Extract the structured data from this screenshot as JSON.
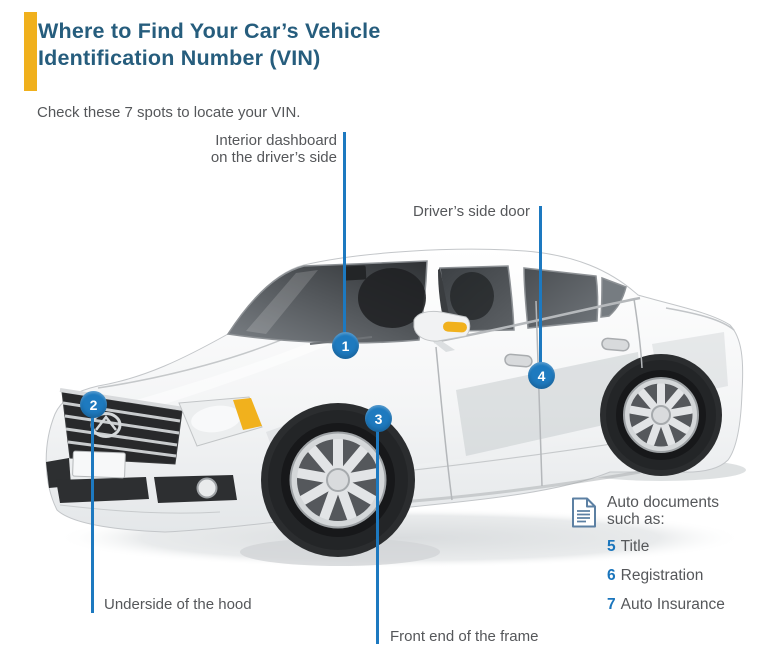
{
  "header": {
    "title": "Where to Find Your Car’s Vehicle\nIdentification Number (VIN)",
    "subtitle": "Check these 7 spots to locate your VIN."
  },
  "callouts": {
    "dashboard": {
      "number": "1",
      "label": "Interior dashboard\non the driver’s side"
    },
    "hood": {
      "number": "2",
      "label": "Underside of the hood"
    },
    "frame": {
      "number": "3",
      "label": "Front end of the frame"
    },
    "door": {
      "number": "4",
      "label": "Driver’s side door"
    }
  },
  "documents": {
    "icon": "document-icon",
    "heading": "Auto documents\nsuch as:",
    "items": [
      {
        "number": "5",
        "label": "Title"
      },
      {
        "number": "6",
        "label": "Registration"
      },
      {
        "number": "7",
        "label": "Auto Insurance"
      }
    ]
  },
  "colors": {
    "accent_yellow": "#F0B01C",
    "title_navy": "#265D7D",
    "text_gray": "#55575A",
    "callout_blue": "#1E7ABF",
    "list_number_blue": "#1A75BC",
    "doc_icon_blue": "#5C80A3"
  }
}
